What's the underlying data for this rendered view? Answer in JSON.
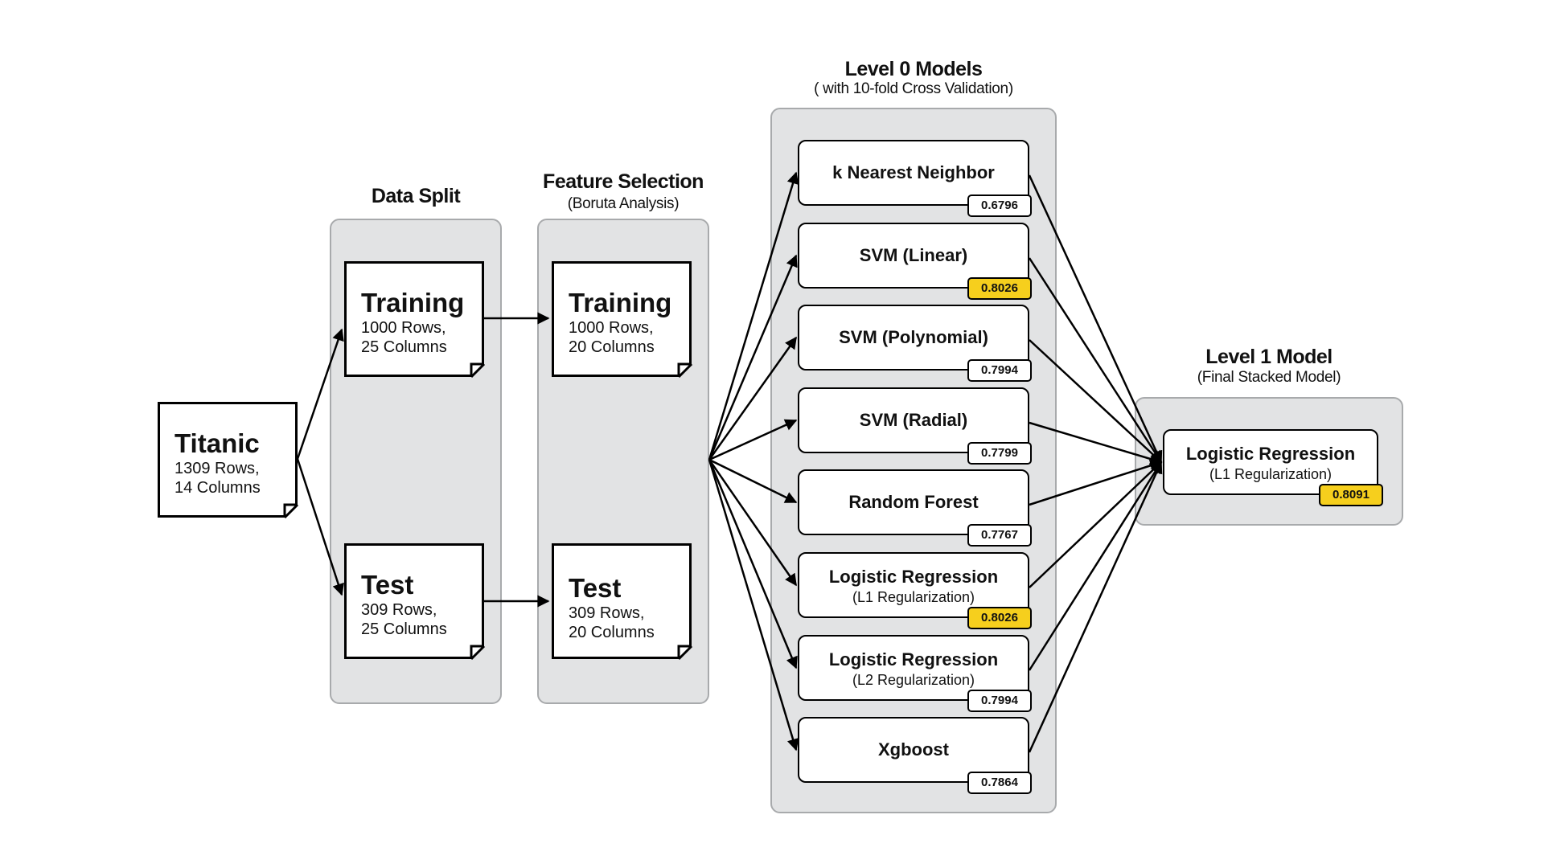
{
  "source": {
    "title": "Titanic",
    "rows": "1309 Rows,",
    "cols": "14 Columns"
  },
  "data_split": {
    "heading": "Data Split",
    "training": {
      "title": "Training",
      "rows": "1000 Rows,",
      "cols": "25 Columns"
    },
    "test": {
      "title": "Test",
      "rows": "309 Rows,",
      "cols": "25 Columns"
    }
  },
  "feature_selection": {
    "heading": "Feature Selection",
    "subheading": "(Boruta Analysis)",
    "training": {
      "title": "Training",
      "rows": "1000 Rows,",
      "cols": "20 Columns"
    },
    "test": {
      "title": "Test",
      "rows": "309 Rows,",
      "cols": "20 Columns"
    }
  },
  "level0": {
    "heading": "Level 0 Models",
    "subheading": "( with 10-fold Cross Validation)",
    "models": [
      {
        "name": "k Nearest Neighbor",
        "sub": "",
        "score": "0.6796",
        "highlight": false
      },
      {
        "name": "SVM (Linear)",
        "sub": "",
        "score": "0.8026",
        "highlight": true
      },
      {
        "name": "SVM (Polynomial)",
        "sub": "",
        "score": "0.7994",
        "highlight": false
      },
      {
        "name": "SVM (Radial)",
        "sub": "",
        "score": "0.7799",
        "highlight": false
      },
      {
        "name": "Random Forest",
        "sub": "",
        "score": "0.7767",
        "highlight": false
      },
      {
        "name": "Logistic Regression",
        "sub": "(L1 Regularization)",
        "score": "0.8026",
        "highlight": true
      },
      {
        "name": "Logistic Regression",
        "sub": "(L2 Regularization)",
        "score": "0.7994",
        "highlight": false
      },
      {
        "name": "Xgboost",
        "sub": "",
        "score": "0.7864",
        "highlight": false
      }
    ]
  },
  "level1": {
    "heading": "Level 1 Model",
    "subheading": "(Final Stacked Model)",
    "model": {
      "name": "Logistic Regression",
      "sub": "(L1 Regularization)",
      "score": "0.8091",
      "highlight": true
    }
  },
  "colors": {
    "panel": "#e2e3e4",
    "panel_border": "#a8aaac",
    "highlight": "#f6cf1d"
  }
}
